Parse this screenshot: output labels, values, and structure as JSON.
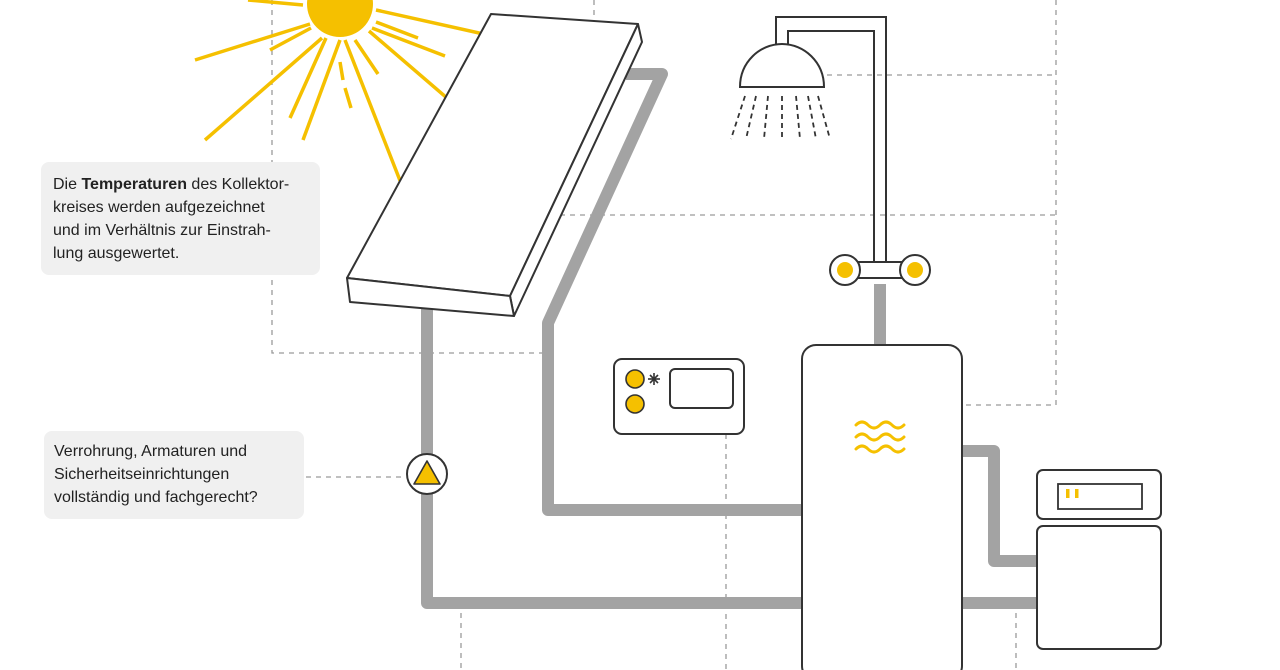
{
  "colors": {
    "accent": "#f5c000",
    "pipe": "#a3a3a3",
    "outline": "#333333",
    "dashed": "#9a9a9a",
    "callout_bg": "#f0f0f0",
    "text": "#222222"
  },
  "callouts": {
    "collector": {
      "lines": [
        {
          "pre": "Die ",
          "bold": "Temperaturen",
          "post": " des Kollektor-"
        },
        {
          "text": "kreises werden aufgezeichnet"
        },
        {
          "text": "und im Verhältnis zur Einstrah-"
        },
        {
          "text": "lung ausgewertet."
        }
      ]
    },
    "piping": {
      "lines": [
        {
          "text": "Verrohrung, Armaturen und"
        },
        {
          "text": "Sicherheitseinrichtungen"
        },
        {
          "text": "vollständig und fachgerecht?"
        }
      ]
    }
  },
  "icons": {
    "sun": "sun-icon",
    "shower": "shower-head-icon",
    "pump": "pump-triangle-icon",
    "heat": "heat-waves-icon",
    "sun_mode": "sun-mode-icon",
    "night_mode": "moon-icon"
  }
}
